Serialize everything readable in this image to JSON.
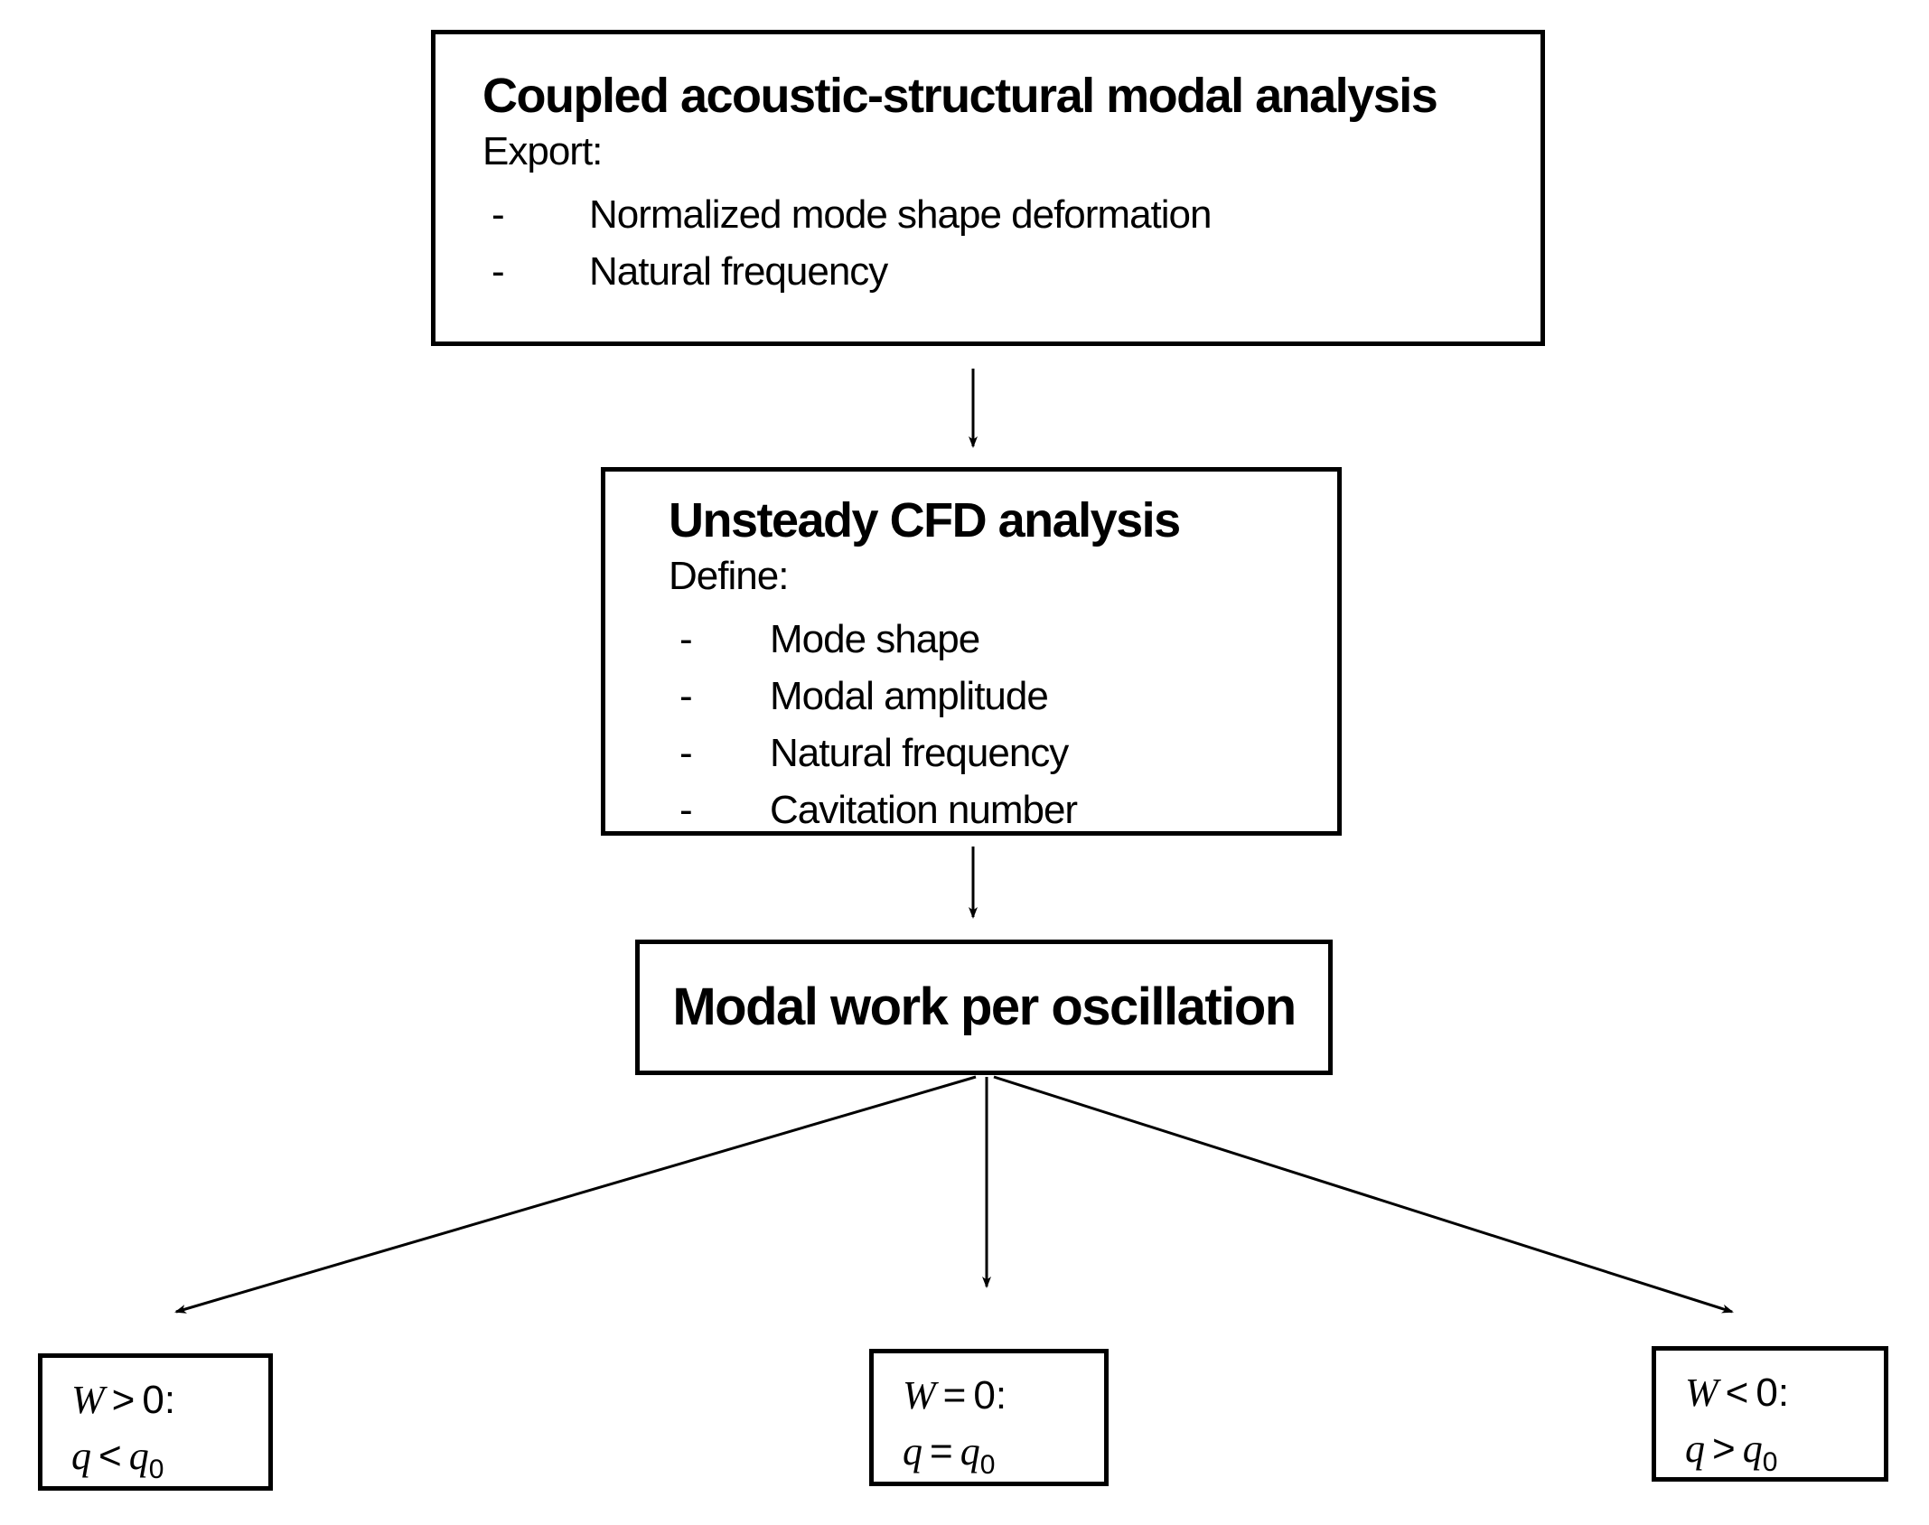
{
  "flowchart": {
    "bullet": "-",
    "colors": {
      "line": "#000000",
      "background": "#ffffff",
      "text": "#000000"
    },
    "top_box": {
      "title": "Coupled acoustic-structural modal analysis",
      "label": "Export:",
      "items": [
        "Normalized mode shape deformation",
        "Natural frequency"
      ]
    },
    "cfd_box": {
      "title": "Unsteady CFD analysis",
      "label": "Define:",
      "items": [
        "Mode shape",
        "Modal amplitude",
        "Natural frequency",
        "Cavitation number"
      ]
    },
    "work_box": {
      "title": "Modal work per oscillation"
    },
    "outcomes": [
      {
        "line1": {
          "var": "W",
          "op": ">",
          "val": "0:"
        },
        "line2": {
          "var": "q",
          "op": "<",
          "base": "q",
          "sub": "0"
        }
      },
      {
        "line1": {
          "var": "W",
          "op": "=",
          "val": "0:"
        },
        "line2": {
          "var": "q",
          "op": "=",
          "base": "q",
          "sub": "0"
        }
      },
      {
        "line1": {
          "var": "W",
          "op": "<",
          "val": "0:"
        },
        "line2": {
          "var": "q",
          "op": ">",
          "base": "q",
          "sub": "0"
        }
      }
    ]
  }
}
